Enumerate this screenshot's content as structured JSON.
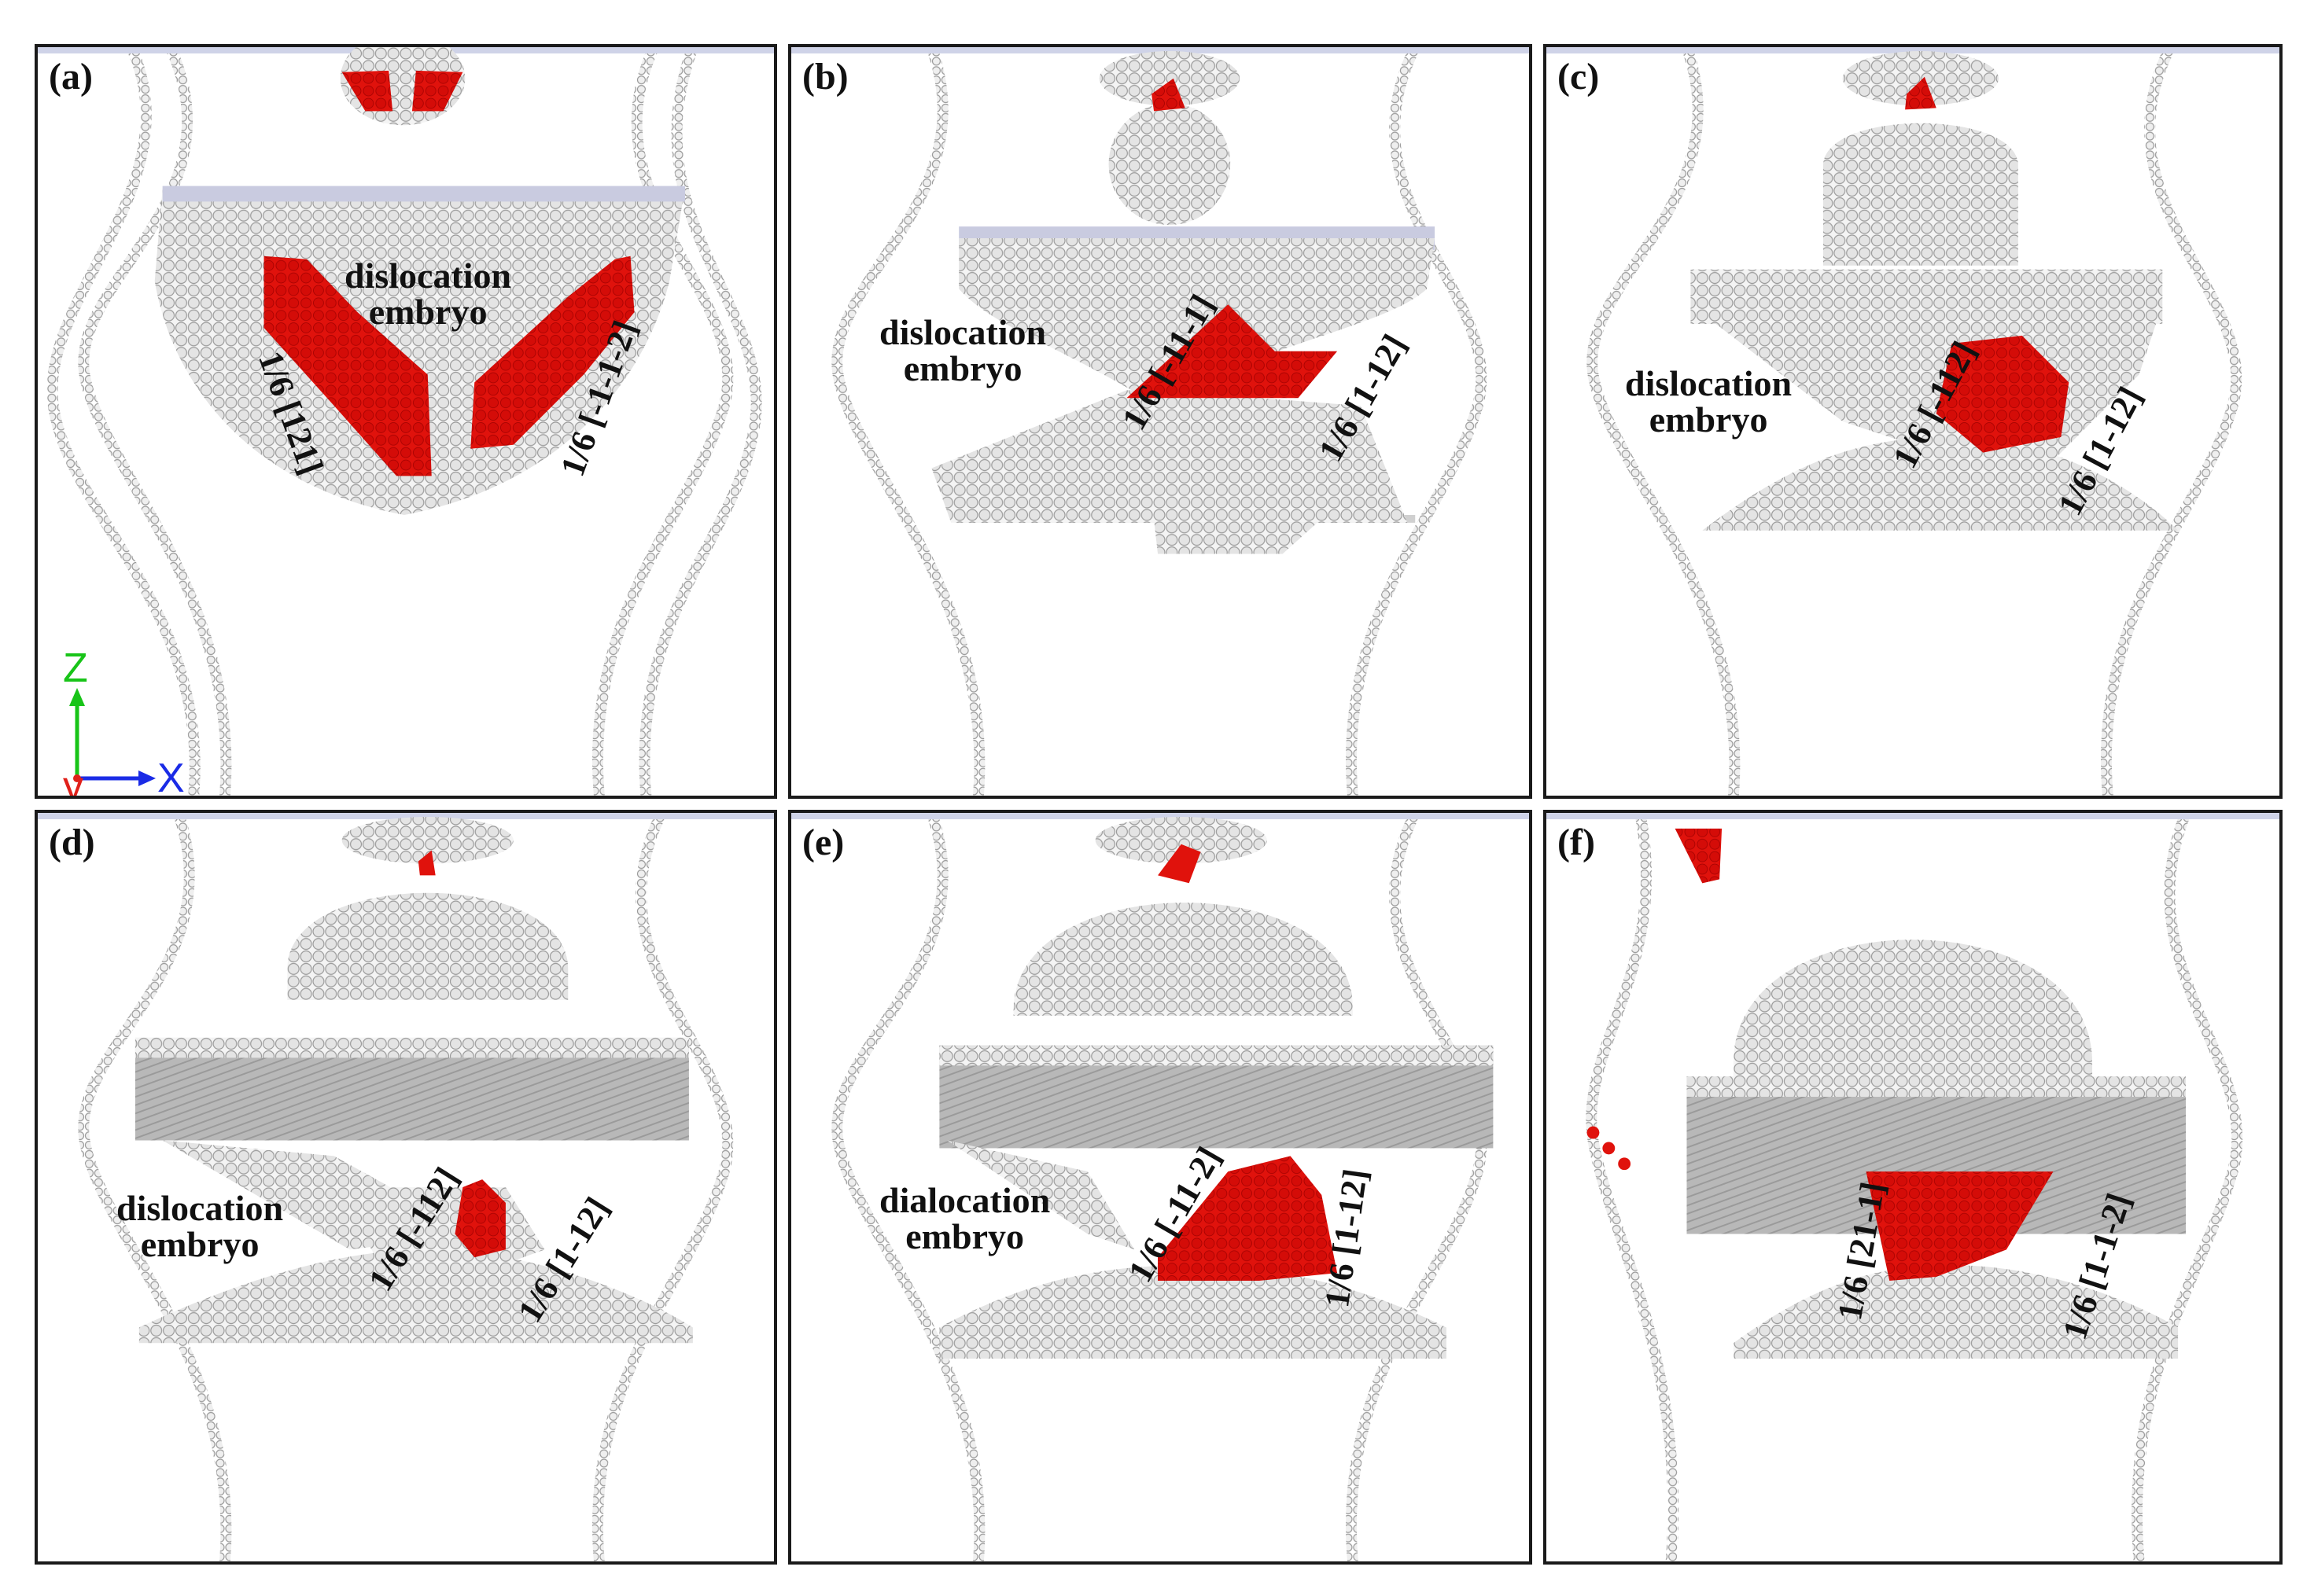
{
  "panels": [
    {
      "id": "a",
      "label": "(a)",
      "embryo_text": "dislocation\nembryo",
      "vectors": [
        "1/6 [121]",
        "1/6 [-1-1-2]"
      ]
    },
    {
      "id": "b",
      "label": "(b)",
      "embryo_text": "dislocation\nembryo",
      "vectors": [
        "1/6 [-11-1]",
        "1/6 [1-12]"
      ]
    },
    {
      "id": "c",
      "label": "(c)",
      "embryo_text": "dislocation\nembryo",
      "vectors": [
        "1/6 [-112]",
        "1/6 [1-12]"
      ]
    },
    {
      "id": "d",
      "label": "(d)",
      "embryo_text": "dislocation\nembryo",
      "vectors": [
        "1/6 [-112]",
        "1/6 [1-12]"
      ]
    },
    {
      "id": "e",
      "label": "(e)",
      "embryo_text": "dialocation\nembryo",
      "vectors": [
        "1/6 [-11-2]",
        "1/6 [1-12]"
      ]
    },
    {
      "id": "f",
      "label": "(f)",
      "embryo_text": "",
      "vectors": [
        "1/6 [21-1]",
        "1/6 [1-1-2]"
      ]
    }
  ],
  "axes": {
    "z": "Z",
    "x": "X",
    "y": "y"
  },
  "colors": {
    "dislocation": "#e0120c",
    "atoms": "#d9d9d9",
    "atom_outline": "#8c8c8c",
    "film": "#bdbdbd",
    "z_axis": "#18c418",
    "x_axis": "#1a2be6",
    "y_axis": "#e0201a"
  }
}
